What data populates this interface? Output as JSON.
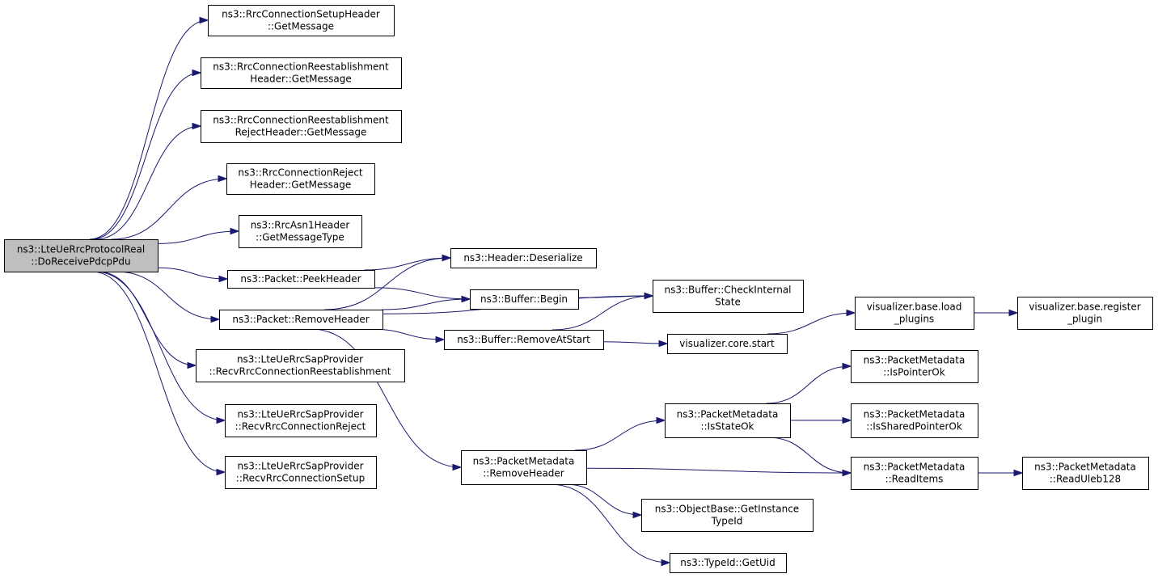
{
  "graph": {
    "nodes": [
      {
        "id": "root",
        "lines": [
          "ns3::LteUeRrcProtocolReal",
          "::DoReceivePdcpPdu"
        ],
        "highlighted": true
      },
      {
        "id": "setupMsg",
        "lines": [
          "ns3::RrcConnectionSetupHeader",
          "::GetMessage"
        ]
      },
      {
        "id": "reestMsg",
        "lines": [
          "ns3::RrcConnectionReestablishment",
          "Header::GetMessage"
        ]
      },
      {
        "id": "reestRejMsg",
        "lines": [
          "ns3::RrcConnectionReestablishment",
          "RejectHeader::GetMessage"
        ]
      },
      {
        "id": "rejectMsg",
        "lines": [
          "ns3::RrcConnectionReject",
          "Header::GetMessage"
        ]
      },
      {
        "id": "asn1Type",
        "lines": [
          "ns3::RrcAsn1Header",
          "::GetMessageType"
        ]
      },
      {
        "id": "peekHeader",
        "lines": [
          "ns3::Packet::PeekHeader"
        ]
      },
      {
        "id": "removeHeader",
        "lines": [
          "ns3::Packet::RemoveHeader"
        ]
      },
      {
        "id": "recvReest",
        "lines": [
          "ns3::LteUeRrcSapProvider",
          "::RecvRrcConnectionReestablishment"
        ]
      },
      {
        "id": "recvReject",
        "lines": [
          "ns3::LteUeRrcSapProvider",
          "::RecvRrcConnectionReject"
        ]
      },
      {
        "id": "recvSetup",
        "lines": [
          "ns3::LteUeRrcSapProvider",
          "::RecvRrcConnectionSetup"
        ]
      },
      {
        "id": "deserialize",
        "lines": [
          "ns3::Header::Deserialize"
        ]
      },
      {
        "id": "bufBegin",
        "lines": [
          "ns3::Buffer::Begin"
        ]
      },
      {
        "id": "bufRemoveAtStart",
        "lines": [
          "ns3::Buffer::RemoveAtStart"
        ]
      },
      {
        "id": "pmRemoveHeader",
        "lines": [
          "ns3::PacketMetadata",
          "::RemoveHeader"
        ]
      },
      {
        "id": "bufCheck",
        "lines": [
          "ns3::Buffer::CheckInternal",
          "State"
        ]
      },
      {
        "id": "vizStart",
        "lines": [
          "visualizer.core.start"
        ]
      },
      {
        "id": "pmIsStateOk",
        "lines": [
          "ns3::PacketMetadata",
          "::IsStateOk"
        ]
      },
      {
        "id": "objGetType",
        "lines": [
          "ns3::ObjectBase::GetInstance",
          "TypeId"
        ]
      },
      {
        "id": "typeGetUid",
        "lines": [
          "ns3::TypeId::GetUid"
        ]
      },
      {
        "id": "vizLoad",
        "lines": [
          "visualizer.base.load",
          "_plugins"
        ]
      },
      {
        "id": "pmIsPointerOk",
        "lines": [
          "ns3::PacketMetadata",
          "::IsPointerOk"
        ]
      },
      {
        "id": "pmIsSharedPtrOk",
        "lines": [
          "ns3::PacketMetadata",
          "::IsSharedPointerOk"
        ]
      },
      {
        "id": "pmReadItems",
        "lines": [
          "ns3::PacketMetadata",
          "::ReadItems"
        ]
      },
      {
        "id": "vizRegister",
        "lines": [
          "visualizer.base.register",
          "_plugin"
        ]
      },
      {
        "id": "pmReadUleb",
        "lines": [
          "ns3::PacketMetadata",
          "::ReadUleb128"
        ]
      }
    ],
    "edges": [
      [
        "root",
        "setupMsg"
      ],
      [
        "root",
        "reestMsg"
      ],
      [
        "root",
        "reestRejMsg"
      ],
      [
        "root",
        "rejectMsg"
      ],
      [
        "root",
        "asn1Type"
      ],
      [
        "root",
        "peekHeader"
      ],
      [
        "root",
        "removeHeader"
      ],
      [
        "root",
        "recvReest"
      ],
      [
        "root",
        "recvReject"
      ],
      [
        "root",
        "recvSetup"
      ],
      [
        "peekHeader",
        "deserialize"
      ],
      [
        "peekHeader",
        "bufBegin"
      ],
      [
        "removeHeader",
        "deserialize"
      ],
      [
        "removeHeader",
        "bufBegin"
      ],
      [
        "removeHeader",
        "bufRemoveAtStart"
      ],
      [
        "removeHeader",
        "pmRemoveHeader"
      ],
      [
        "removeHeader",
        "bufCheck"
      ],
      [
        "bufBegin",
        "bufCheck"
      ],
      [
        "bufRemoveAtStart",
        "bufCheck"
      ],
      [
        "bufRemoveAtStart",
        "vizStart"
      ],
      [
        "vizStart",
        "vizLoad"
      ],
      [
        "vizLoad",
        "vizRegister"
      ],
      [
        "pmRemoveHeader",
        "pmIsStateOk"
      ],
      [
        "pmRemoveHeader",
        "pmReadItems"
      ],
      [
        "pmRemoveHeader",
        "objGetType"
      ],
      [
        "pmRemoveHeader",
        "typeGetUid"
      ],
      [
        "pmIsStateOk",
        "pmIsPointerOk"
      ],
      [
        "pmIsStateOk",
        "pmIsSharedPtrOk"
      ],
      [
        "pmIsStateOk",
        "pmReadItems"
      ],
      [
        "pmReadItems",
        "pmReadUleb"
      ]
    ],
    "colors": {
      "edge": "#191970",
      "root_fill": "#bfbfbf",
      "node_fill": "#ffffff",
      "border": "#000000"
    }
  }
}
